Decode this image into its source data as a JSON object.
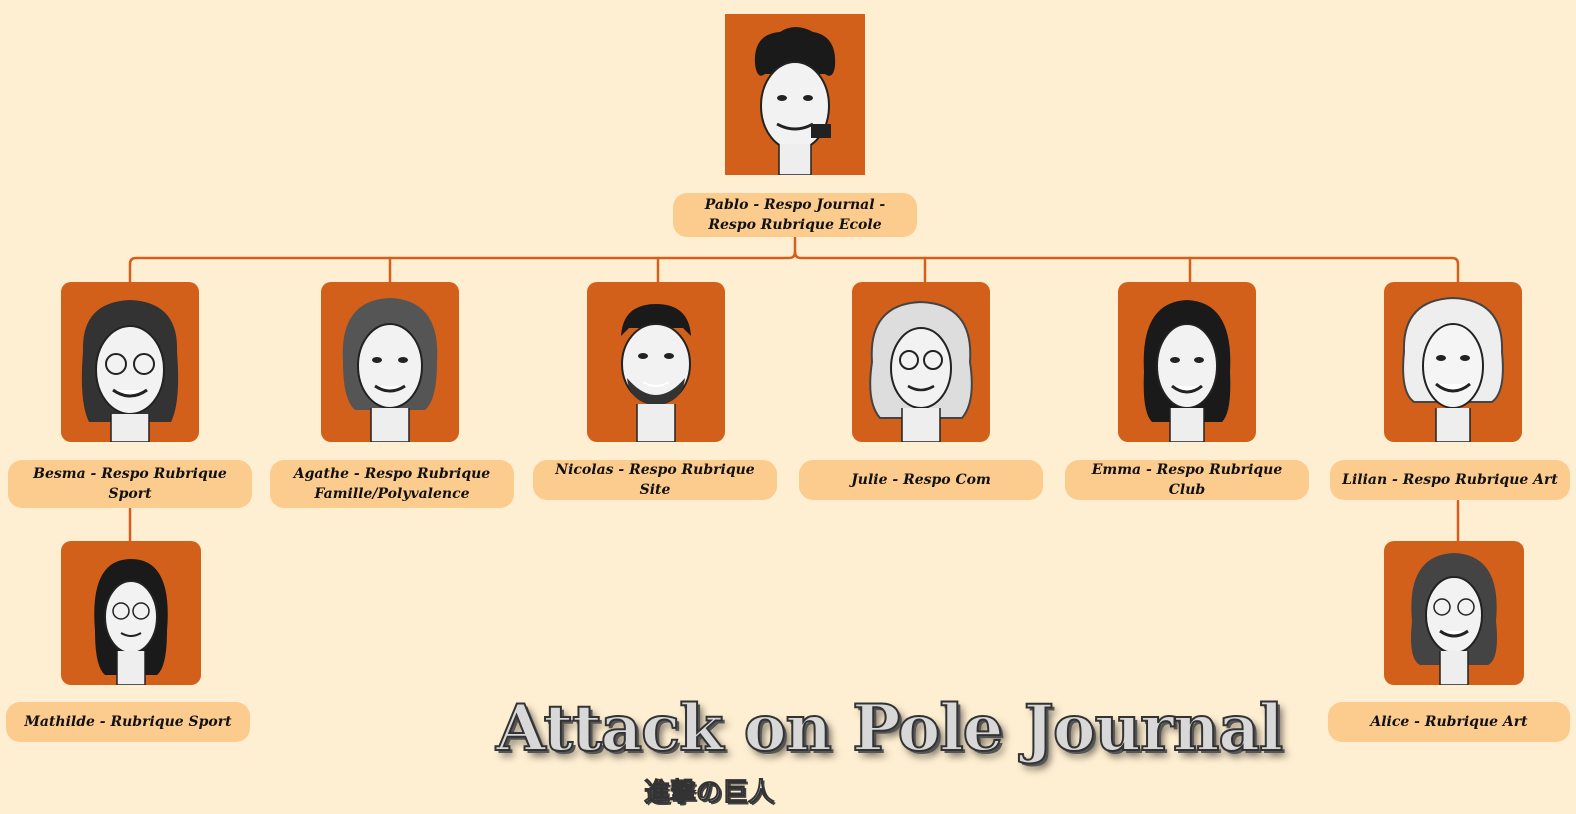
{
  "colors": {
    "background": "#FFEFD2",
    "photo_frame": "#D2601A",
    "label_fill": "#FCCB8E",
    "connector": "#D2601A"
  },
  "root": {
    "label": "Pablo - Respo Journal - Respo Rubrique Ecole",
    "icon": "portrait-icon"
  },
  "members": [
    {
      "label": "Besma - Respo Rubrique Sport",
      "icon": "portrait-icon"
    },
    {
      "label": "Agathe - Respo Rubrique Famille/Polyvalence",
      "icon": "portrait-icon"
    },
    {
      "label": "Nicolas - Respo Rubrique Site",
      "icon": "portrait-icon"
    },
    {
      "label": "Julie - Respo Com",
      "icon": "portrait-icon"
    },
    {
      "label": "Emma - Respo Rubrique Club",
      "icon": "portrait-icon"
    },
    {
      "label": "Lilian - Respo Rubrique Art",
      "icon": "portrait-icon"
    }
  ],
  "sub_members": [
    {
      "label": "Mathilde - Rubrique Sport",
      "icon": "portrait-icon"
    },
    {
      "label": "Alice -  Rubrique Art",
      "icon": "portrait-icon"
    }
  ],
  "logo": {
    "title": "Attack on Pole Journal",
    "subtitle": "進撃の巨人"
  }
}
